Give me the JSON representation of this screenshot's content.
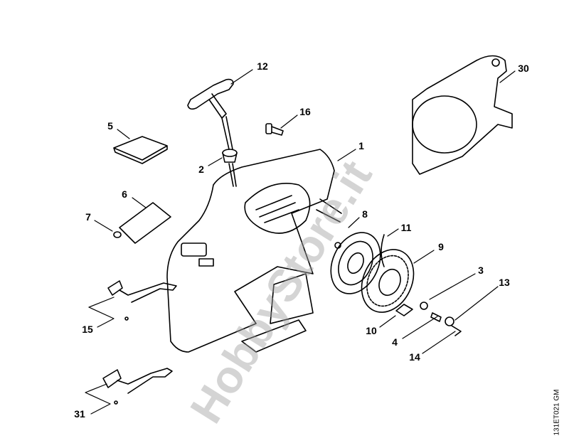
{
  "diagram": {
    "part_labels": [
      "12",
      "16",
      "5",
      "1",
      "2",
      "30",
      "6",
      "7",
      "8",
      "11",
      "9",
      "3",
      "13",
      "15",
      "10",
      "4",
      "14",
      "31"
    ],
    "drawing_code": "131ET021 GM",
    "watermark": "HobbyStore.it",
    "line_color": "#000000"
  }
}
